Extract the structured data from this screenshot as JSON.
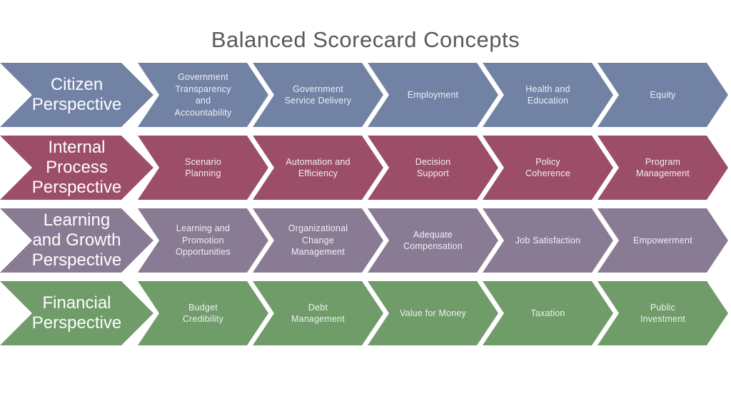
{
  "title": "Balanced Scorecard Concepts",
  "colors": {
    "title_text": "#595959",
    "citizen": "#7182a5",
    "internal_process": "#9c4e69",
    "learning_growth": "#897b94",
    "financial": "#6f9c68",
    "perspective_text": "#fdfdfe",
    "item_text": "#f1eff5"
  },
  "rows": [
    {
      "perspective": "Citizen\nPerspective",
      "color": "#7182a5",
      "items": [
        "Government\nTransparency\nand\nAccountability",
        "Government\nService Delivery",
        "Employment",
        "Health and\nEducation",
        "Equity"
      ]
    },
    {
      "perspective": "Internal\nProcess\nPerspective",
      "color": "#9c4e69",
      "items": [
        "Scenario\nPlanning",
        "Automation and\nEfficiency",
        "Decision\nSupport",
        "Policy\nCoherence",
        "Program\nManagement"
      ]
    },
    {
      "perspective": "Learning\nand Growth\nPerspective",
      "color": "#897b94",
      "items": [
        "Learning and\nPromotion\nOpportunities",
        "Organizational\nChange\nManagement",
        "Adequate\nCompensation",
        "Job Satisfaction",
        "Empowerment"
      ]
    },
    {
      "perspective": "Financial\nPerspective",
      "color": "#6f9c68",
      "items": [
        "Budget\nCredibility",
        "Debt\nManagement",
        "Value for Money",
        "Taxation",
        "Public\nInvestment"
      ]
    }
  ]
}
